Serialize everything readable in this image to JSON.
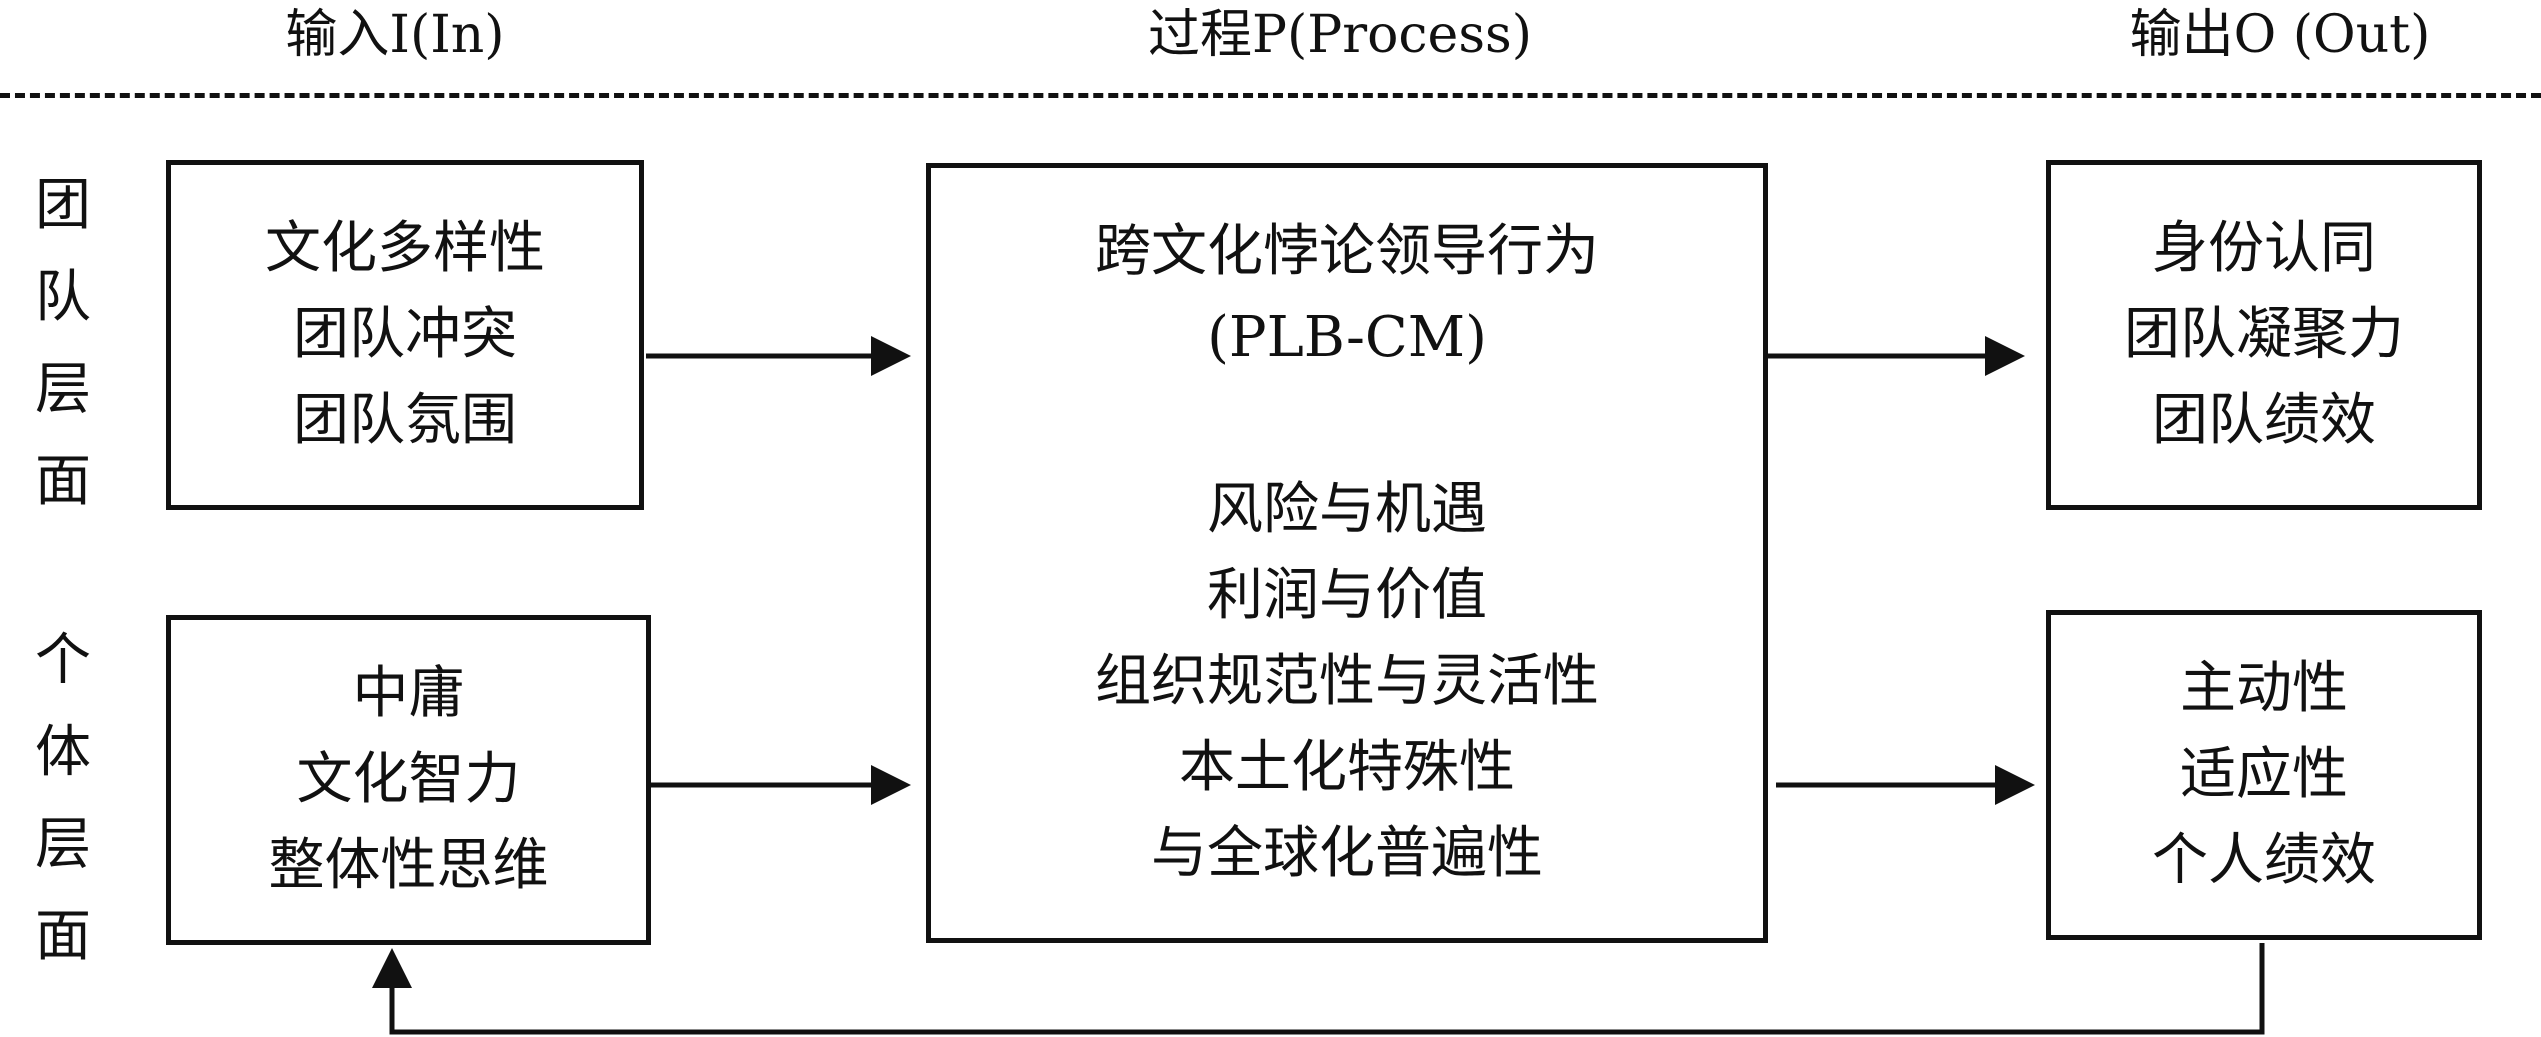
{
  "headers": {
    "input": "输入I(In)",
    "process": "过程P(Process)",
    "output": "输出O (Out)"
  },
  "side_labels": {
    "team": [
      "团",
      "队",
      "层",
      "面"
    ],
    "individual": [
      "个",
      "体",
      "层",
      "面"
    ]
  },
  "boxes": {
    "team_input": [
      "文化多样性",
      "团队冲突",
      "团队氛围"
    ],
    "individual_input": [
      "中庸",
      "文化智力",
      "整体性思维"
    ],
    "process_title": [
      "跨文化悖论领导行为",
      "(PLB-CM)"
    ],
    "process_items": [
      "风险与机遇",
      "利润与价值",
      "组织规范性与灵活性",
      "本土化特殊性",
      "与全球化普遍性"
    ],
    "team_output": [
      "身份认同",
      "团队凝聚力",
      "团队绩效"
    ],
    "individual_output": [
      "主动性",
      "适应性",
      "个人绩效"
    ]
  }
}
